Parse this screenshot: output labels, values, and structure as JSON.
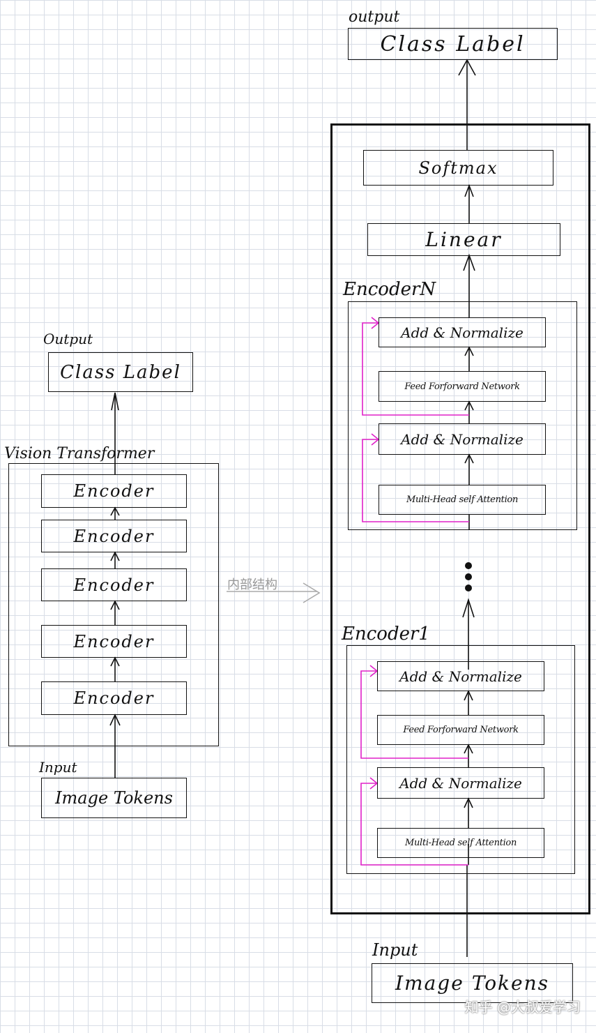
{
  "left": {
    "output_label": "Output",
    "class_label": "Class Label",
    "title": "Vision Transformer",
    "encoders": [
      "Encoder",
      "Encoder",
      "Encoder",
      "Encoder",
      "Encoder"
    ],
    "input_label": "Input",
    "tokens": "Image Tokens"
  },
  "middle_note": "内部结构",
  "right": {
    "output_label": "output",
    "class_label": "Class Label",
    "softmax": "Softmax",
    "linear": "Linear",
    "encoder_top": {
      "title": "EncoderN",
      "add_norm_2": "Add  &  Normalize",
      "ffn": "Feed Forforward Network",
      "add_norm_1": "Add  &  Normalize",
      "mhsa": "Multi-Head self Attention"
    },
    "encoder_bottom": {
      "title": "Encoder1",
      "add_norm_2": "Add  &  Normalize",
      "ffn": "Feed Forforward Network",
      "add_norm_1": "Add  &  Normalize",
      "mhsa": "Multi-Head self Attention"
    },
    "input_label": "Input",
    "tokens": "Image  Tokens"
  },
  "watermark": "知乎 @大叔爱学习",
  "colors": {
    "ink": "#111111",
    "residual": "#e020c8",
    "grid": "#d8dde6"
  }
}
